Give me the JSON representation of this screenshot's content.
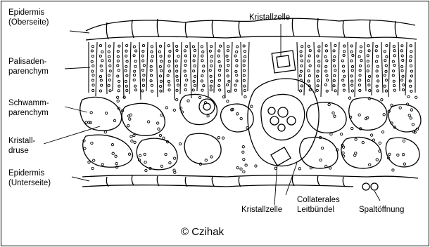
{
  "labels": {
    "epidermis_top": [
      "Epidermis",
      "(Oberseite)"
    ],
    "palisade": [
      "Palisaden-",
      "parenchym"
    ],
    "spongy": [
      "Schwamm-",
      "parenchym"
    ],
    "druse": [
      "Kristall-",
      "druse"
    ],
    "epidermis_bottom": [
      "Epidermis",
      "(Unterseite)"
    ],
    "crystal_cell_top": "Kristallzelle",
    "crystal_cell_bottom": "Kristallzelle",
    "bundle": [
      "Collaterales",
      "Leitbündel"
    ],
    "stoma": "Spaltöffnung"
  },
  "copyright": "© Czihak",
  "colors": {
    "ink": "#000000",
    "background": "#ffffff"
  }
}
